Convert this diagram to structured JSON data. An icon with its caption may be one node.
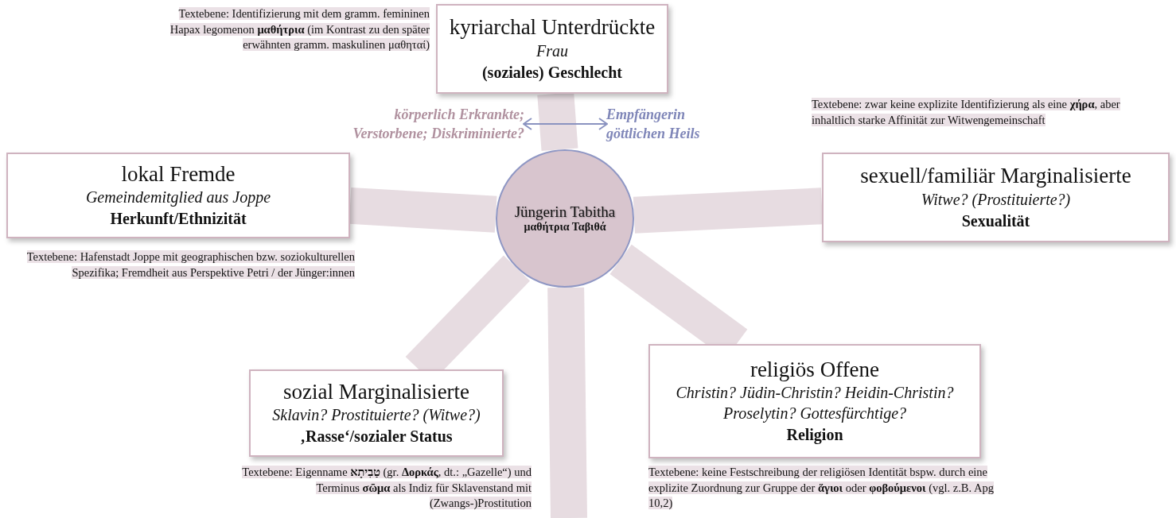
{
  "diagram": {
    "nodes": [
      {
        "text": [
          "Jüngerin Tabitha",
          "μαθήτρια Ταβιθά"
        ]
      },
      {
        "text": [
          "kyriarchal Unterdrückte",
          "Frau",
          "(soziales) Geschlecht"
        ],
        "beside": [
          "Textebene: Identifizierung mit dem gramm. femininen Hapax legomenon **μαθήτρια** (im Kontrast zu den später erwähnten gramm. maskulinen μαθηταί)"
        ]
      },
      {
        "text": [
          "lokal Fremde",
          "Gemeindemitglied aus Joppe",
          "Herkunft/Ethnizität"
        ],
        "beside": [
          "Textebene: Hafenstadt Joppe mit geographischen bzw. soziokulturellen Spezifika; Fremdheit aus Perspektive Petri / der Jünger:innen"
        ]
      },
      {
        "text": [
          "sexuell/familiär Marginalisierte",
          "Witwe? (Prostituierte?)",
          "Sexualität"
        ],
        "beside": [
          "Textebene: zwar keine explizite Identifizierung als eine **χήρα**, aber inhaltlich starke Affinität zur Witwengemeinschaft"
        ]
      },
      {
        "text": [
          "sozial Marginalisierte",
          "Sklavin? Prostituierte? (Witwe?)",
          "‚Rasse‘/sozialer Status"
        ],
        "beside": [
          "Textebene: Eigenname **טַבִיתָא** (gr. **Δορκάς**, dt.: „Gazelle“) und Terminus **σῶμα** als Indiz für Sklavenstand mit (Zwangs-)Prostitution"
        ]
      },
      {
        "text": [
          "religiös Offene",
          "Christin? Jüdin-Christin? Heidin-Christin? Proselytin? Gottesfürchtige?",
          "Religion"
        ],
        "beside": [
          "Textebene: keine Festschreibung der religiösen Identität bspw. durch eine explizite Zuordnung zur Gruppe der **ἅγιοι** oder **φοβούμενοι** (vgl. z.B. Apg 10,2)"
        ]
      },
      {
        "text": [
          "körperlich Erkrankte; Verstorbene; Diskriminierte?"
        ]
      },
      {
        "text": [
          "Empfängerin göttlichen Heils"
        ]
      }
    ],
    "edges": [
      {
        "from": 0,
        "to": 1,
        "arrow": "none"
      },
      {
        "from": 0,
        "to": 2,
        "arrow": "none"
      },
      {
        "from": 0,
        "to": 3,
        "arrow": "none"
      },
      {
        "from": 0,
        "to": 4,
        "arrow": "none"
      },
      {
        "from": 0,
        "to": 5,
        "arrow": "none"
      },
      {
        "from": 0,
        "to": null,
        "arrow": "none"
      },
      {
        "from": 6,
        "to": 7,
        "arrow": "both",
        "color": "#8a93c0"
      }
    ]
  }
}
